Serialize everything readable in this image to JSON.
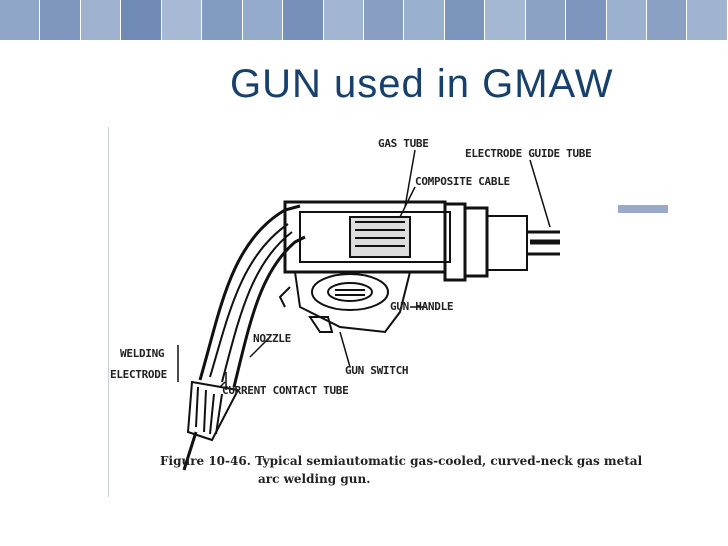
{
  "slide": {
    "title": "GUN used in GMAW",
    "colors": {
      "title": "#17406d",
      "band": [
        "#8fa6c8",
        "#7f97be",
        "#9eb2d0",
        "#6f8ab5",
        "#a7b9d4",
        "#829bc0",
        "#94abcb",
        "#7690b9",
        "#a2b5d2",
        "#889fc3",
        "#9ab0cf",
        "#7b94bc",
        "#a5b8d3",
        "#8ba2c5",
        "#7e96bd",
        "#9cb1d0",
        "#8aa1c4",
        "#a0b4d1"
      ],
      "accent": "#98aac8"
    }
  },
  "figure": {
    "labels": {
      "gas_tube": "GAS TUBE",
      "electrode_guide_tube": "ELECTRODE GUIDE TUBE",
      "composite_cable": "COMPOSITE CABLE",
      "gun_handle": "GUN HANDLE",
      "nozzle": "NOZZLE",
      "welding": "WELDING",
      "electrode": "ELECTRODE",
      "gun_switch": "GUN SWITCH",
      "current_contact_tube": "CURRENT CONTACT TUBE"
    },
    "caption_line1": "Figure 10-46.  Typical semiautomatic gas-cooled, curved-neck gas metal",
    "caption_line2": "arc welding gun."
  }
}
